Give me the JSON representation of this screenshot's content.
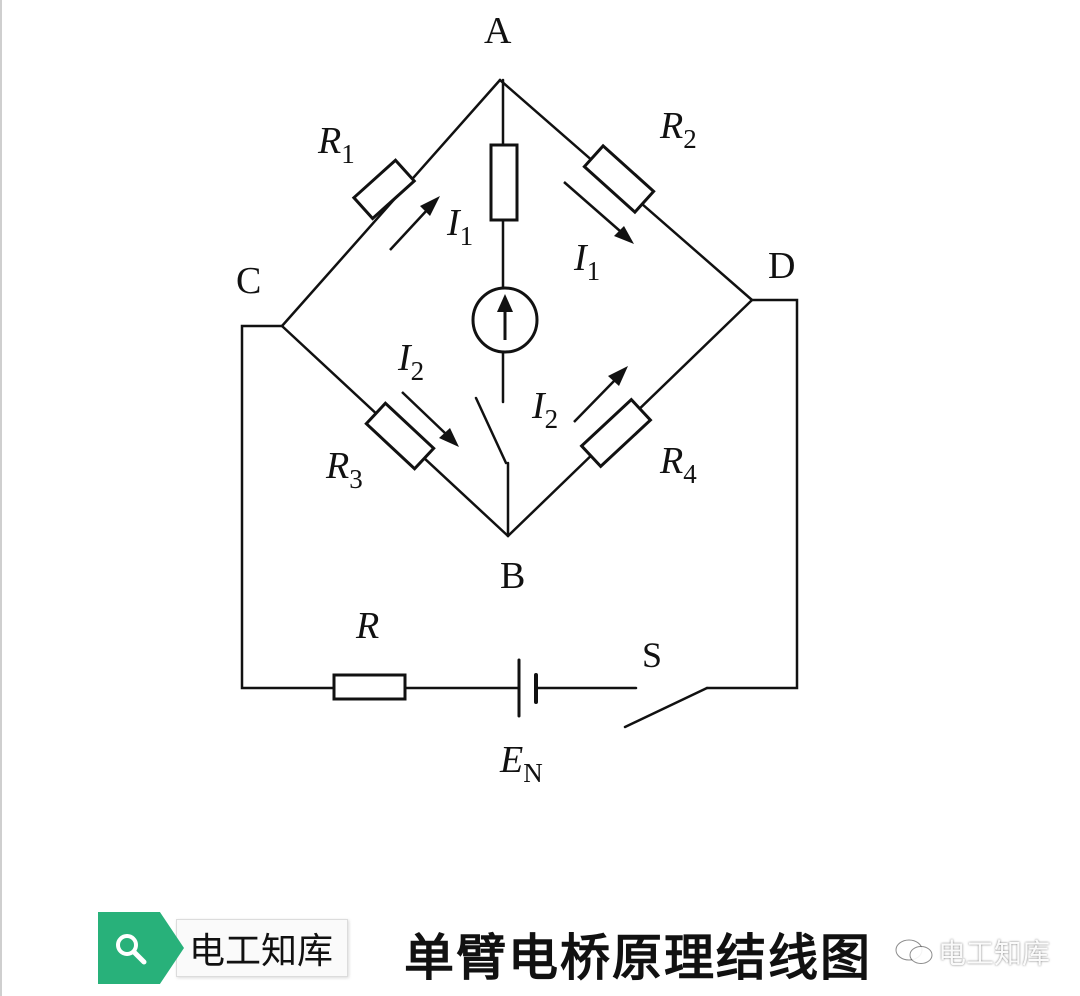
{
  "diagram": {
    "nodes": {
      "A": "A",
      "B": "B",
      "C": "C",
      "D": "D"
    },
    "resistors": {
      "R1": "R",
      "R1_sub": "1",
      "R2": "R",
      "R2_sub": "2",
      "R3": "R",
      "R3_sub": "3",
      "R4": "R",
      "R4_sub": "4",
      "R": "R"
    },
    "currents": {
      "I1": "I",
      "I1_sub": "1",
      "I2": "I",
      "I2_sub": "2"
    },
    "switch_label": "S",
    "source_label": "E",
    "source_sub": "N"
  },
  "caption": {
    "tag": "电工知库",
    "title": "单臂电桥原理结线图",
    "watermark": "电工知库",
    "search_icon": "search-icon",
    "badge_color": "#28b17a"
  }
}
